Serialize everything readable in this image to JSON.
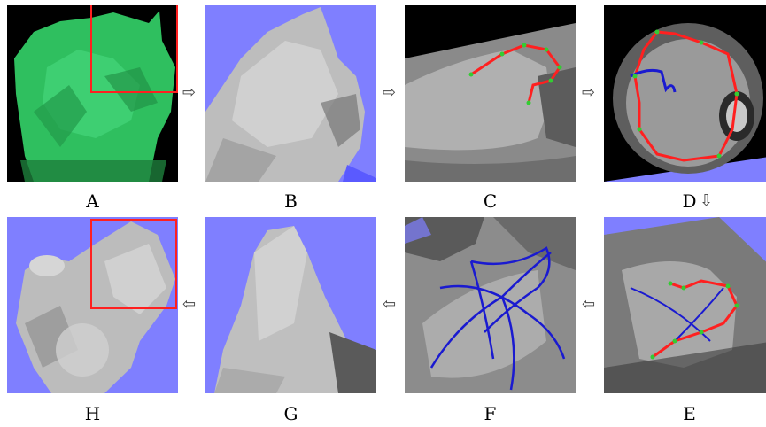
{
  "panels": {
    "a": {
      "label": "A"
    },
    "b": {
      "label": "B"
    },
    "c": {
      "label": "C"
    },
    "d": {
      "label": "D"
    },
    "e": {
      "label": "E"
    },
    "f": {
      "label": "F"
    },
    "g": {
      "label": "G"
    },
    "h": {
      "label": "H"
    }
  },
  "arrows": {
    "right": "⇨",
    "left": "⇦",
    "down": "⇩"
  },
  "colors": {
    "background_blue": "#7f7fff",
    "segmentation_green": "#33cc66",
    "highlight_red": "#ff2020",
    "contour_blue": "#1a1ad0",
    "control_point_green": "#33cc33"
  }
}
